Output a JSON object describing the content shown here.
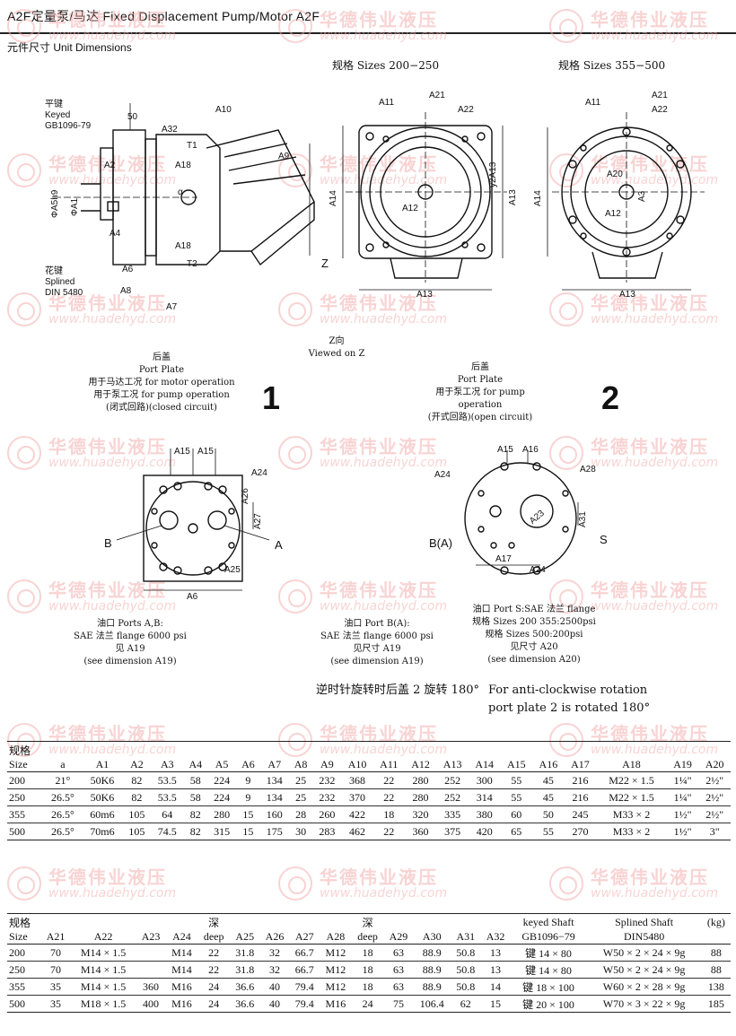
{
  "header": {
    "title": "A2F定量泵/马达 Fixed Displacement Pump/Motor A2F"
  },
  "unit_label": "元件尺寸 Unit Dimensions",
  "watermark": {
    "cn": "华德伟业液压",
    "url": "www.huadehyd.com"
  },
  "side_view": {
    "labels": {
      "key_cn": "平键",
      "key_en": "Keyed",
      "key_std": "GB1096-79",
      "spline_cn": "花键",
      "spline_en": "Splined",
      "spline_std": "DIN 5480",
      "dim_50": "50",
      "a10": "A10",
      "a32": "A32",
      "a2": "A2",
      "t1": "T1",
      "a18_top": "A18",
      "alpha": "α",
      "a9": "A9",
      "phi_a5": "ΦA5h9",
      "phi_a1": "ΦA1",
      "a4": "A4",
      "a18_bot": "A18",
      "t2": "T2",
      "a6": "A6",
      "a8": "A8",
      "a7": "A7",
      "z": "Z"
    },
    "viewed_on": [
      "Z向",
      "Viewed on Z"
    ]
  },
  "front_views": {
    "size_200_250": "规格 Sizes 200−250",
    "size_355_500": "规格 Sizes 355−500",
    "labels": {
      "a11": "A11",
      "a21": "A21",
      "a22": "A22",
      "a12": "A12",
      "y2a13": "y2A13",
      "a13": "A13",
      "a14": "A14",
      "a20": "A20",
      "a3": "A3"
    }
  },
  "port_plates": {
    "plate1": {
      "number": "1",
      "caption": [
        "后盖",
        "Port Plate",
        "用于马达工况 for motor operation",
        "用于泵工况 for pump operation",
        "(闭式回路)(closed circuit)"
      ],
      "labels": {
        "a15a": "A15",
        "a15b": "A15",
        "a24": "A24",
        "a26": "A26",
        "a27": "A27",
        "b": "B",
        "a": "A",
        "a25": "A25",
        "a6": "A6"
      },
      "port_caption": [
        "油口 Ports A,B:",
        "SAE 法兰 flange 6000 psi",
        "见 A19",
        "(see dimension A19)"
      ]
    },
    "plate2": {
      "number": "2",
      "caption": [
        "后盖",
        "Port Plate",
        "用于泵工况 for pump operation",
        "(开式回路)(open circuit)"
      ],
      "labels": {
        "a15": "A15",
        "a16": "A16",
        "a28": "A28",
        "a24a": "A24",
        "a23": "A23",
        "a31": "A31",
        "ba": "B(A)",
        "s": "S",
        "a17": "A17",
        "a24b": "A24"
      },
      "port_caption_b": [
        "油口 Port B(A):",
        "SAE 法兰 flange 6000 psi",
        "见尺寸 A19",
        "(see dimension A19)"
      ],
      "port_caption_s": [
        "油口 Port S:SAE 法兰 flange",
        "规格 Sizes 200  355:2500psi",
        "规格 Sizes 500:200psi",
        "见尺寸 A20",
        "(see dimension A20)"
      ]
    }
  },
  "rotation_note": {
    "cn": "逆时针旋转时后盖 2 旋转 180°",
    "en1": "For anti-clockwise rotation",
    "en2": "port plate 2 is rotated 180°"
  },
  "table1": {
    "title": "规格",
    "headers": [
      "Size",
      "a",
      "A1",
      "A2",
      "A3",
      "A4",
      "A5",
      "A6",
      "A7",
      "A8",
      "A9",
      "A10",
      "A11",
      "A12",
      "A13",
      "A14",
      "A15",
      "A16",
      "A17",
      "A18",
      "A19",
      "A20"
    ],
    "rows": [
      [
        "200",
        "21°",
        "50K6",
        "82",
        "53.5",
        "58",
        "224",
        "9",
        "134",
        "25",
        "232",
        "368",
        "22",
        "280",
        "252",
        "300",
        "55",
        "45",
        "216",
        "M22 × 1.5",
        "1¼\"",
        "2½\""
      ],
      [
        "250",
        "26.5°",
        "50K6",
        "82",
        "53.5",
        "58",
        "224",
        "9",
        "134",
        "25",
        "232",
        "370",
        "22",
        "280",
        "252",
        "314",
        "55",
        "45",
        "216",
        "M22 × 1.5",
        "1¼\"",
        "2½\""
      ],
      [
        "355",
        "26.5°",
        "60m6",
        "105",
        "64",
        "82",
        "280",
        "15",
        "160",
        "28",
        "260",
        "422",
        "18",
        "320",
        "335",
        "380",
        "60",
        "50",
        "245",
        "M33 × 2",
        "1½\"",
        "2½\""
      ],
      [
        "500",
        "26.5°",
        "70m6",
        "105",
        "74.5",
        "82",
        "315",
        "15",
        "175",
        "30",
        "283",
        "462",
        "22",
        "360",
        "375",
        "420",
        "65",
        "55",
        "270",
        "M33 × 2",
        "1½\"",
        "3\""
      ]
    ]
  },
  "table2": {
    "title": "规格",
    "group_deep1": "深",
    "group_deep2": "深",
    "keyed_shaft": "keyed Shaft",
    "splined_shaft": "Splined Shaft",
    "kg": "(kg)",
    "headers": [
      "Size",
      "A21",
      "A22",
      "A23",
      "A24",
      "deep",
      "A25",
      "A26",
      "A27",
      "A28",
      "deep",
      "A29",
      "A30",
      "A31",
      "A32",
      "GB1096−79",
      "DIN5480",
      ""
    ],
    "rows": [
      [
        "200",
        "70",
        "M14 × 1.5",
        "",
        "M14",
        "22",
        "31.8",
        "32",
        "66.7",
        "M12",
        "18",
        "63",
        "88.9",
        "50.8",
        "13",
        "键 14 × 80",
        "W50 × 2 × 24 × 9g",
        "88"
      ],
      [
        "250",
        "70",
        "M14 × 1.5",
        "",
        "M14",
        "22",
        "31.8",
        "32",
        "66.7",
        "M12",
        "18",
        "63",
        "88.9",
        "50.8",
        "13",
        "键 14 × 80",
        "W50 × 2 × 24 × 9g",
        "88"
      ],
      [
        "355",
        "35",
        "M14 × 1.5",
        "360",
        "M16",
        "24",
        "36.6",
        "40",
        "79.4",
        "M12",
        "18",
        "63",
        "88.9",
        "50.8",
        "14",
        "键 18 × 100",
        "W60 × 2 × 28 × 9g",
        "138"
      ],
      [
        "500",
        "35",
        "M18 × 1.5",
        "400",
        "M16",
        "24",
        "36.6",
        "40",
        "79.4",
        "M16",
        "24",
        "75",
        "106.4",
        "62",
        "15",
        "键 20 × 100",
        "W70 × 3 × 22 × 9g",
        "185"
      ]
    ]
  }
}
